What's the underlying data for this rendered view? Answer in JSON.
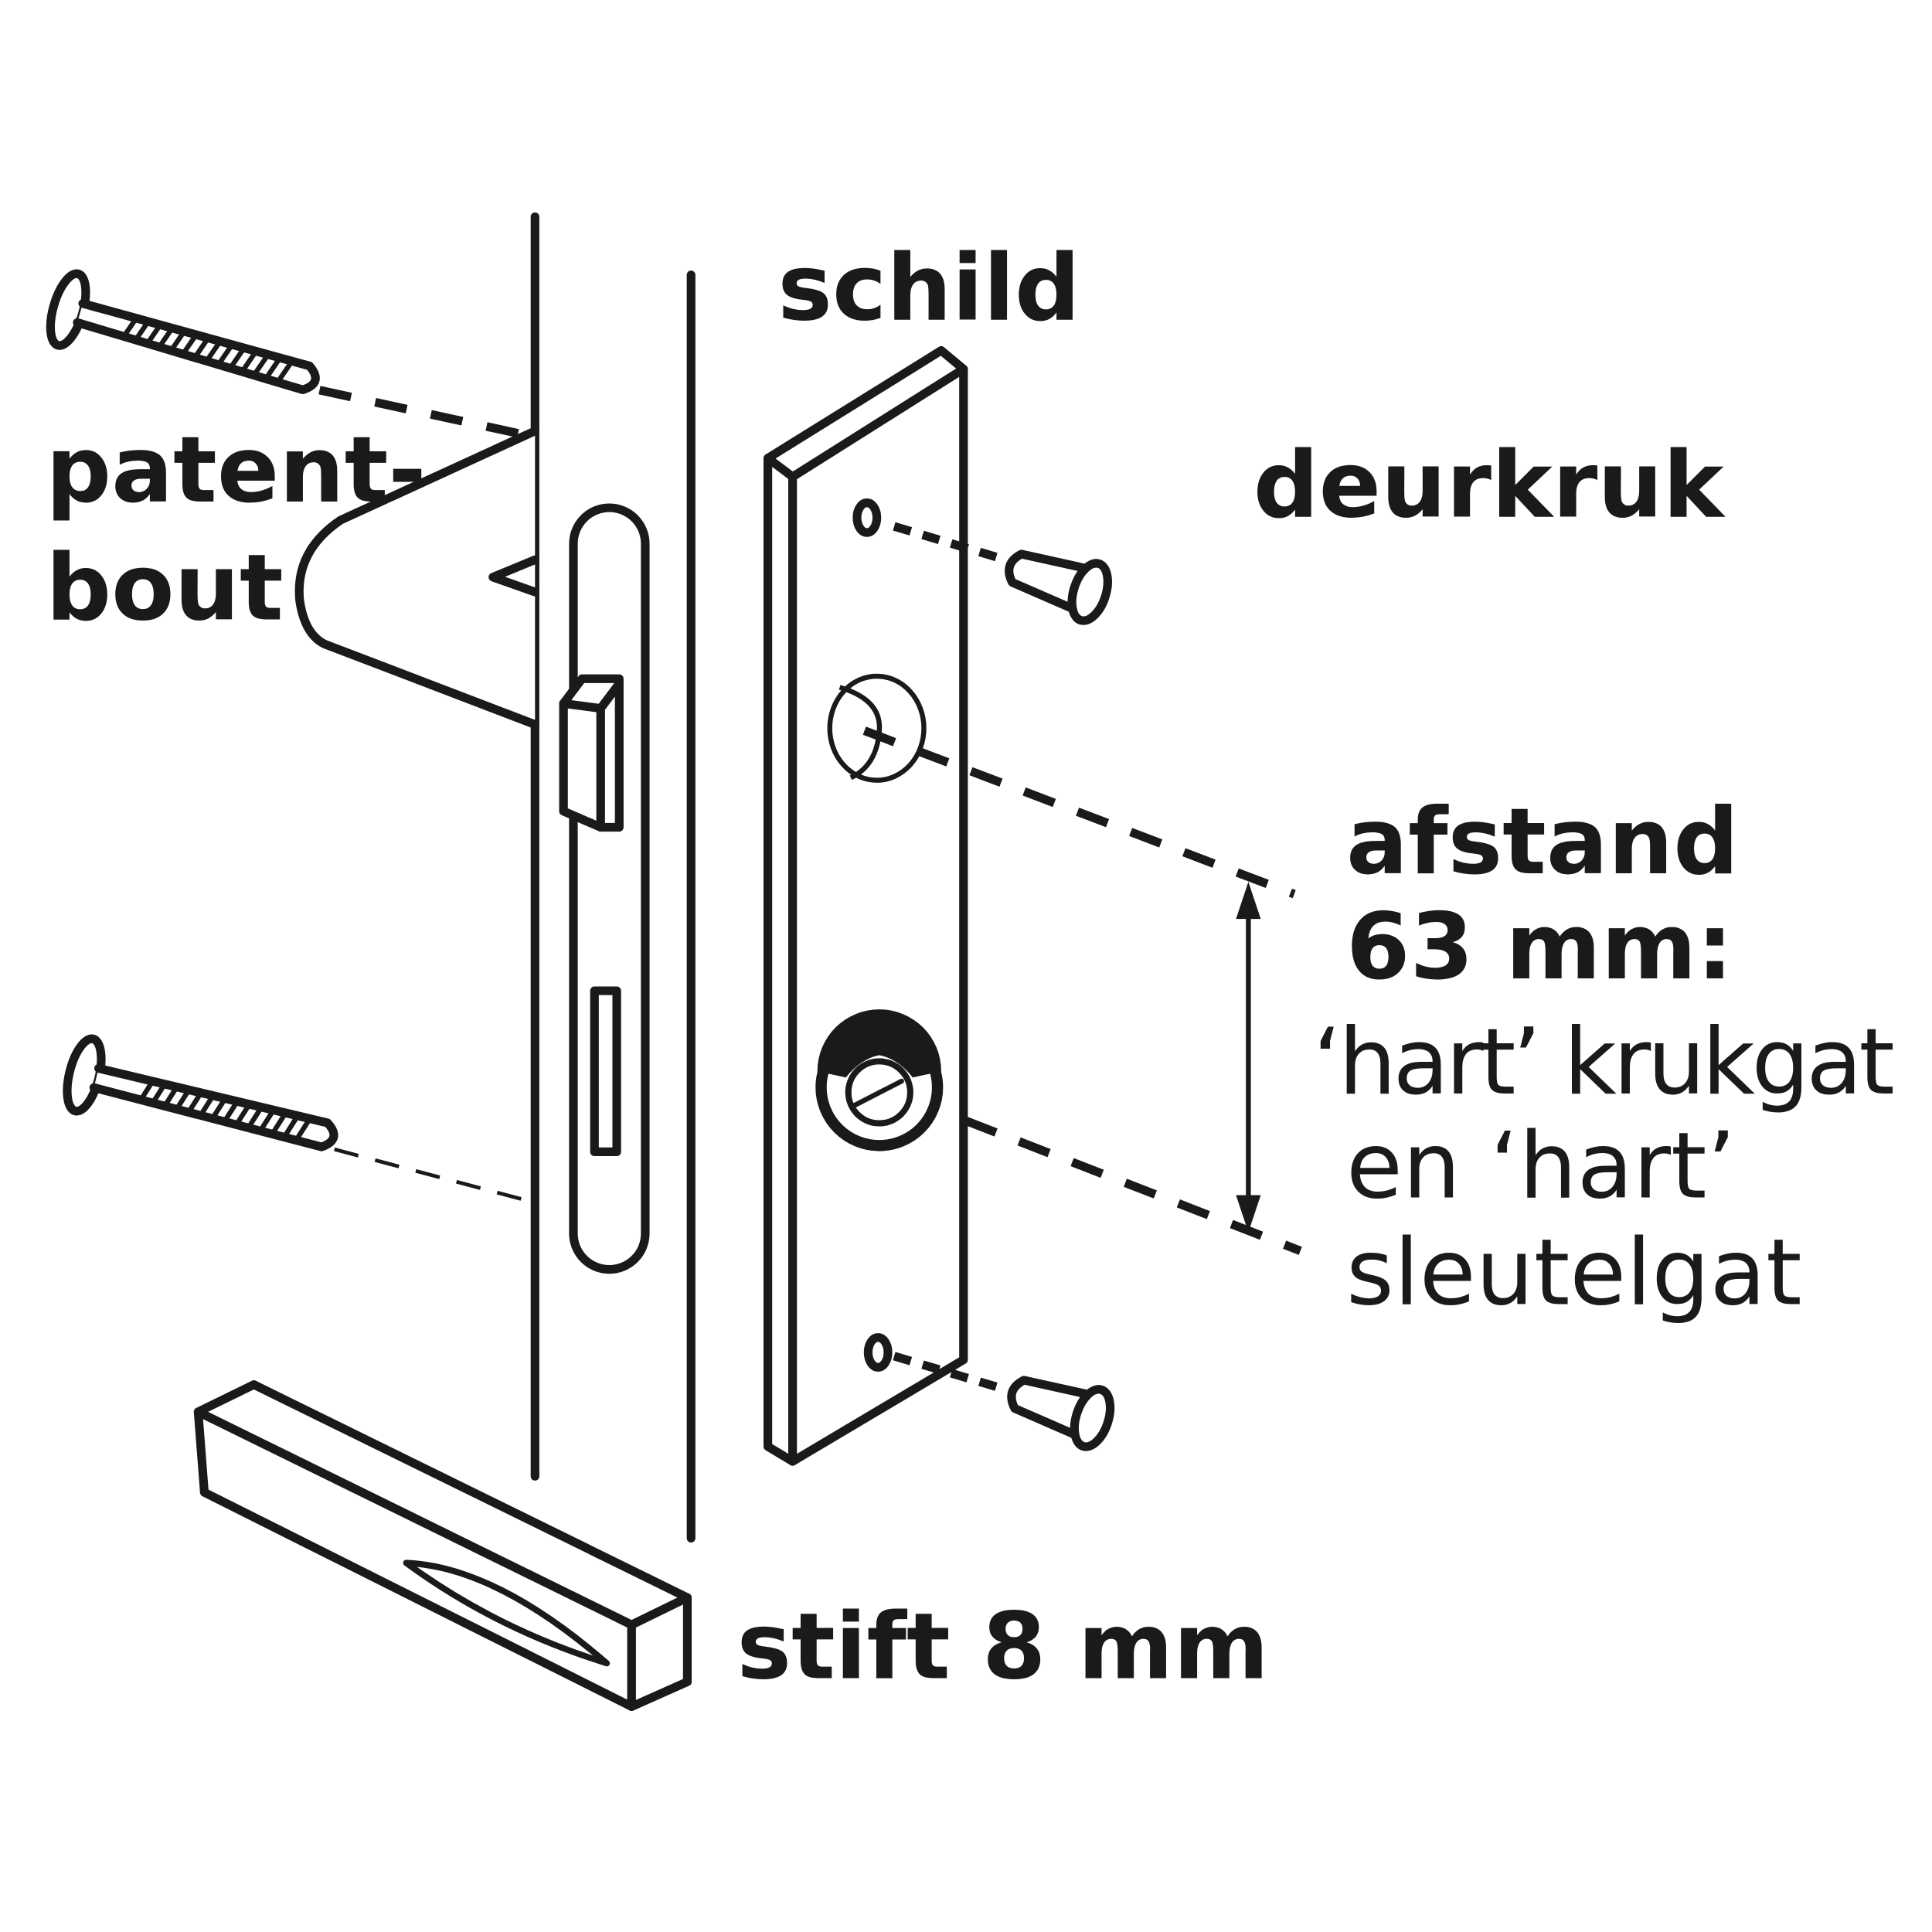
{
  "labels": {
    "schild": "schild",
    "patentbout_line1": "patent-",
    "patentbout_line2": "bout",
    "deurkruk": "deurkruk",
    "afstand_line1": "afstand",
    "afstand_line2": "63 mm:",
    "afstand_line3": "‘hart’ krukgat",
    "afstand_line4": "en ‘hart’",
    "afstand_line5": "sleutelgat",
    "stift": "stift 8 mm"
  },
  "colors": {
    "ink": "#1a1a1a",
    "background": "#ffffff"
  }
}
